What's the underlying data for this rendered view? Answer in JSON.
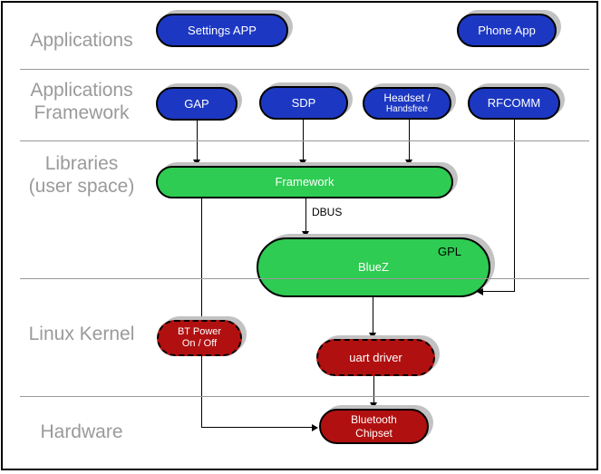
{
  "diagram": {
    "type": "software-stack-architecture",
    "subject": "Bluetooth stack on Linux"
  },
  "layers": [
    {
      "id": "applications",
      "lines": [
        "Applications"
      ]
    },
    {
      "id": "app_framework",
      "lines": [
        "Applications",
        "Framework"
      ]
    },
    {
      "id": "libraries",
      "lines": [
        "Libraries",
        "(user space)"
      ]
    },
    {
      "id": "linux_kernel",
      "lines": [
        "Linux Kernel"
      ]
    },
    {
      "id": "hardware",
      "lines": [
        "Hardware"
      ]
    }
  ],
  "nodes": {
    "settings_app": {
      "label": "Settings APP"
    },
    "phone_app": {
      "label": "Phone App"
    },
    "gap": {
      "label": "GAP"
    },
    "sdp": {
      "label": "SDP"
    },
    "headset": {
      "lines": [
        "Headset /",
        "Handsfree"
      ]
    },
    "rfcomm": {
      "label": "RFCOMM"
    },
    "framework": {
      "label": "Framework"
    },
    "bluez": {
      "label": "BlueZ",
      "license_badge": "GPL"
    },
    "bt_power": {
      "lines": [
        "BT Power",
        "On / Off"
      ]
    },
    "uart_driver": {
      "label": "uart driver"
    },
    "bluetooth_chipset": {
      "lines": [
        "Bluetooth",
        "Chipset"
      ]
    }
  },
  "edges": {
    "dbus_label": "DBUS"
  },
  "colors": {
    "application_node": "#1c38c2",
    "library_node": "#2ecc52",
    "kernel_node": "#b11010",
    "layer_label": "#9a9a9a",
    "separator_line": "#999999",
    "connector_line": "#000000",
    "node_shadow": "#c2c2c2",
    "node_text": "#ffffff",
    "badge_text": "#000000"
  }
}
